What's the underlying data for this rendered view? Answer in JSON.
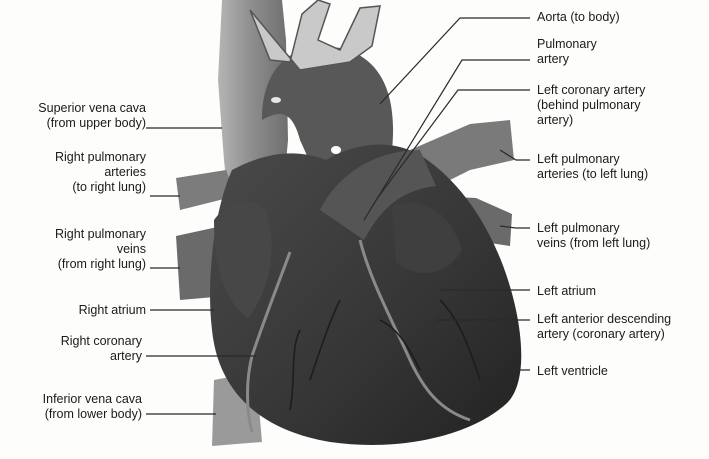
{
  "labels_left": {
    "superior_vena_cava": "Superior vena cava\n(from upper body)",
    "right_pulmonary_arteries": "Right pulmonary\narteries\n(to right lung)",
    "right_pulmonary_veins": "Right pulmonary\nveins\n(from right lung)",
    "right_atrium": "Right atrium",
    "right_coronary_artery": "Right coronary\nartery",
    "inferior_vena_cava": "Inferior vena cava\n(from lower body)"
  },
  "labels_right": {
    "aorta": "Aorta (to body)",
    "pulmonary_artery": "Pulmonary\nartery",
    "left_coronary_artery": "Left coronary artery\n(behind pulmonary\nartery)",
    "left_pulmonary_arteries": "Left pulmonary\narteries (to left lung)",
    "left_pulmonary_veins": "Left pulmonary\nveins (from left lung)",
    "left_atrium": "Left atrium",
    "left_anterior_descending": "Left anterior descending\nartery (coronary artery)",
    "left_ventricle": "Left ventricle"
  },
  "colors": {
    "heart_fill": "#3c3c3c",
    "heart_dark": "#262626",
    "vessel_fill": "#8a8a8a",
    "line": "#2a2a2a",
    "text": "#1b1b1b"
  }
}
